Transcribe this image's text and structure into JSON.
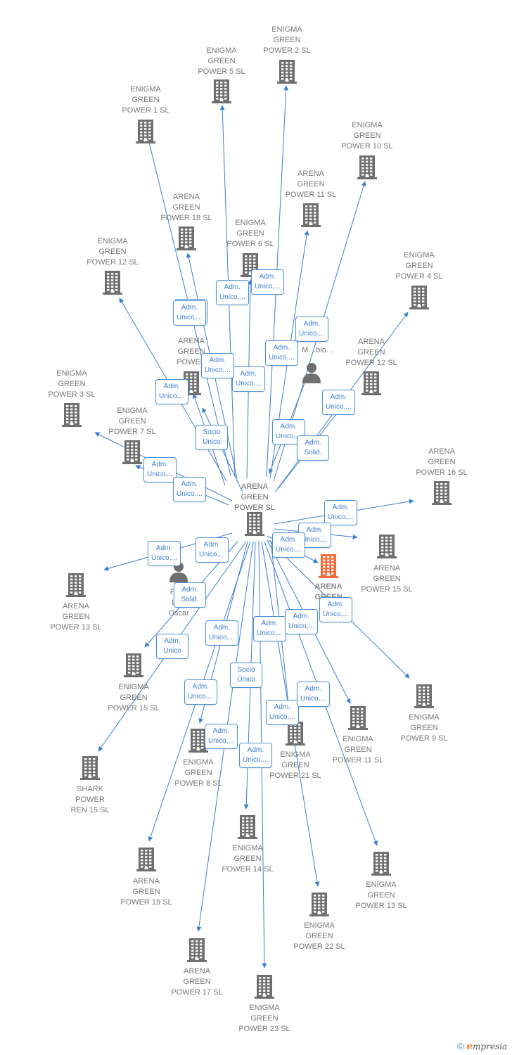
{
  "diagram": {
    "colors": {
      "edge": "#3b7fd1",
      "building": "#6f6f6f",
      "highlight": "#f26b3a",
      "person": "#6f6f6f"
    },
    "nodes": [
      {
        "id": "agp",
        "label": "ARENA\nGREEN\nPOWER  SL",
        "icon": "building-icon"
      },
      {
        "id": "eg2",
        "label": "ENIGMA\nGREEN\nPOWER 2  SL",
        "icon": "building-icon"
      },
      {
        "id": "eg5",
        "label": "ENIGMA\nGREEN\nPOWER 5  SL",
        "icon": "building-icon"
      },
      {
        "id": "eg1",
        "label": "ENIGMA\nGREEN\nPOWER 1  SL",
        "icon": "building-icon"
      },
      {
        "id": "eg10",
        "label": "ENIGMA\nGREEN\nPOWER 10  SL",
        "icon": "building-icon"
      },
      {
        "id": "ag11",
        "label": "ARENA\nGREEN\nPOWER 11  SL",
        "icon": "building-icon"
      },
      {
        "id": "ag18",
        "label": "ARENA\nGREEN\nPOWER 18  SL",
        "icon": "building-icon"
      },
      {
        "id": "eg6",
        "label": "ENIGMA\nGREEN\nPOWER 6  SL",
        "icon": "building-icon"
      },
      {
        "id": "eg12",
        "label": "ENIGMA\nGREEN\nPOWER 12  SL",
        "icon": "building-icon"
      },
      {
        "id": "eg4",
        "label": "ENIGMA\nGREEN\nPOWER 4  SL",
        "icon": "building-icon"
      },
      {
        "id": "agpw",
        "label": "ARENA\nGREEN\nPOWER",
        "icon": "building-icon"
      },
      {
        "id": "ag12",
        "label": "ARENA\nGREEN\nPOWER 12  SL",
        "icon": "building-icon"
      },
      {
        "id": "eg3",
        "label": "ENIGMA\nGREEN\nPOWER 3  SL",
        "icon": "building-icon"
      },
      {
        "id": "eg7",
        "label": "ENIGMA\nGREEN\nPOWER 7  SL",
        "icon": "building-icon"
      },
      {
        "id": "ag16",
        "label": "ARENA\nGREEN\nPOWER 16  SL",
        "icon": "building-icon"
      },
      {
        "id": "ag15a",
        "label": "ARENA\nGREEN\nPOWER 15  SL",
        "icon": "building-icon"
      },
      {
        "id": "aghl",
        "label": "ARENA\nGREEN\nPO",
        "icon": "building-icon"
      },
      {
        "id": "ag13",
        "label": "ARENA\nGREEN\nPOWER 13  SL",
        "icon": "building-icon"
      },
      {
        "id": "eg15",
        "label": "ENIGMA\nGREEN\nPOWER 15  SL",
        "icon": "building-icon"
      },
      {
        "id": "eg9",
        "label": "ENIGMA\nGREEN\nPOWER 9  SL",
        "icon": "building-icon"
      },
      {
        "id": "eg11",
        "label": "ENIGMA\nGREEN\nPOWER 11  SL",
        "icon": "building-icon"
      },
      {
        "id": "eg21",
        "label": "ENIGMA\nGREEN\nPOWER 21  SL",
        "icon": "building-icon"
      },
      {
        "id": "eg8",
        "label": "ENIGMA\nGREEN\nPOWER 8  SL",
        "icon": "building-icon"
      },
      {
        "id": "shark",
        "label": "SHARK\nPOWER\nREN 15  SL",
        "icon": "building-icon"
      },
      {
        "id": "eg14",
        "label": "ENIGMA\nGREEN\nPOWER 14  SL",
        "icon": "building-icon"
      },
      {
        "id": "ag19",
        "label": "ARENA\nGREEN\nPOWER 19  SL",
        "icon": "building-icon"
      },
      {
        "id": "eg13",
        "label": "ENIGMA\nGREEN\nPOWER 13  SL",
        "icon": "building-icon"
      },
      {
        "id": "eg22",
        "label": "ENIGMA\nGREEN\nPOWER 22  SL",
        "icon": "building-icon"
      },
      {
        "id": "ag17",
        "label": "ARENA\nGREEN\nPOWER 17  SL",
        "icon": "building-icon"
      },
      {
        "id": "eg23",
        "label": "ENIGMA\nGREEN\nPOWER 23  SL",
        "icon": "building-icon"
      },
      {
        "id": "person1",
        "label": "M…bio…",
        "icon": "person-icon"
      },
      {
        "id": "person2",
        "label": "Pe…\nLi…\nOscar",
        "icon": "person-icon"
      }
    ],
    "badges": [
      "Adm.\nUnico,...",
      "Adm.\nUnico,...",
      "Adm.\nUnico,...",
      "Adm.\nUnico,...",
      "Adm.\nUnico,...",
      "Adm.\nUnico,...",
      "Socio\nÚnico",
      "Adm.\nUnico,...",
      "Adm.\nUnico,...",
      "Adm.\nUnico,...",
      "Adm.\nSolid.",
      "Adm.\nUnico,...",
      "Adm.\nUnico,...",
      "Adm.\nUnico,...",
      "Adm.\nUnico,...",
      "Adm.\nUnico,...",
      "Adm.\nUnico,...",
      "Adm.\nUnico,...",
      "Adm.\nUnico,...",
      "Adm.\nSolid.",
      "Adm.\nUnico,...",
      "Adm.\nUnico,...",
      "Adm.\nUnico,...",
      "Adm.\nUnico,...",
      "Adm.\nUnico",
      "Adm.\nUnico,...",
      "Socio\nÚnico",
      "Adm.\nUnico,...",
      "Adm.\nUnico,...",
      "Adm.\nUnico,...",
      "Adm.\nUnico,...",
      "Adm.\nUnico,..."
    ]
  },
  "footer": {
    "copyright_symbol": "©",
    "brand_initial": "e",
    "brand_rest": "mpresia"
  }
}
